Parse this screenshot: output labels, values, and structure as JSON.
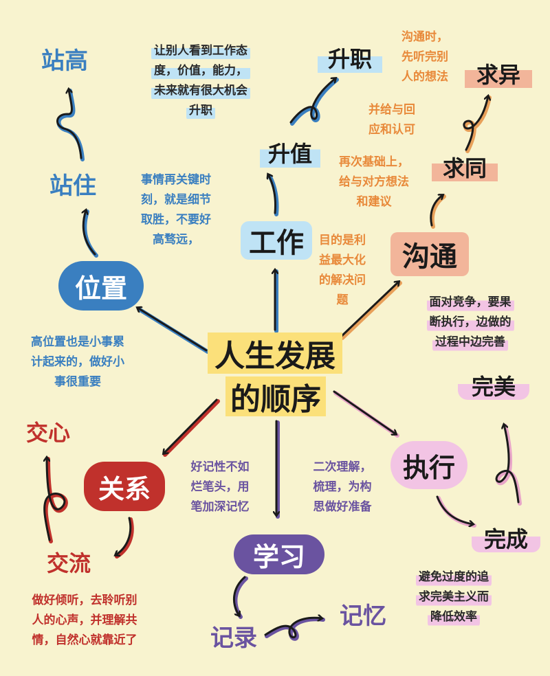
{
  "title": {
    "line1": "人生发展",
    "line2": "的顺序"
  },
  "colors": {
    "background": "#f8f3cf",
    "center_highlight": "#fbe07a",
    "position_blue": "#3a7fc0",
    "work_light_blue": "#bfe3f5",
    "communication_salmon": "#f2b59a",
    "execution_pink": "#f2c4e4",
    "relationship_red": "#c0312c",
    "learning_purple": "#6a53a0"
  },
  "branches": {
    "position": {
      "label": "位置",
      "steps": [
        "站住",
        "站高"
      ],
      "note_steps": [
        "事情再关键时",
        "刻，就是细节",
        "取胜，不要好",
        "高骛远，"
      ],
      "note_main": [
        "高位置也是小事累",
        "计起来的，做好小",
        "事很重要"
      ]
    },
    "work": {
      "label": "工作",
      "steps": [
        "升值",
        "升职"
      ],
      "note_promotion": [
        "让别人看到工作态",
        "度，价值，能力，",
        "未来就有很大机会",
        "升职"
      ]
    },
    "communication": {
      "label": "沟通",
      "steps": [
        "求同",
        "求异"
      ],
      "note_purpose": [
        "目的是利",
        "益最大化",
        "的解决问",
        "题"
      ],
      "note_agree": [
        "再次基础上，",
        "给与对方想法",
        "和建议"
      ],
      "note_listen": [
        "沟通时，",
        "先听完别",
        "人的想法"
      ],
      "note_respond": [
        "并给与回",
        "应和认可"
      ]
    },
    "execution": {
      "label": "执行",
      "steps": [
        "完成",
        "完美"
      ],
      "note_compete": [
        "面对竞争，要果",
        "断执行，边做的",
        "过程中边完善"
      ],
      "note_perfection": [
        "避免过度的追",
        "求完美主义而",
        "降低效率"
      ]
    },
    "learning": {
      "label": "学习",
      "steps": [
        "记录",
        "记忆"
      ],
      "note_memory": [
        "好记性不如",
        "烂笔头，用",
        "笔加深记忆"
      ],
      "note_understand": [
        "二次理解，",
        "梳理，为构",
        "思做好准备"
      ]
    },
    "relationship": {
      "label": "关系",
      "steps": [
        "交流",
        "交心"
      ],
      "note_listen": [
        "做好倾听，去聆听别",
        "人的心声，并理解共",
        "情，自然心就靠近了"
      ]
    }
  }
}
